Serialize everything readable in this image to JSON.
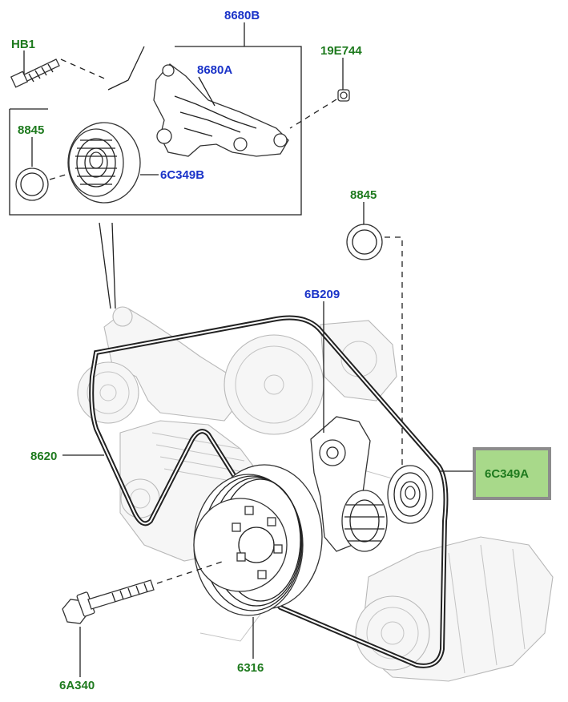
{
  "labels": {
    "hb1": "HB1",
    "p8680b": "8680B",
    "p8680a": "8680A",
    "p19e744": "19E744",
    "p8845_top": "8845",
    "p6c349b": "6C349B",
    "p8845_right": "8845",
    "p6b209": "6B209",
    "p8620": "8620",
    "p6c349a": "6C349A",
    "p6a340": "6A340",
    "p6316": "6316"
  },
  "colors": {
    "green_label": "#1e7a1e",
    "blue_label": "#1a33c8",
    "highlight_fill": "#a8d98a",
    "highlight_border": "#8c8c8c"
  }
}
